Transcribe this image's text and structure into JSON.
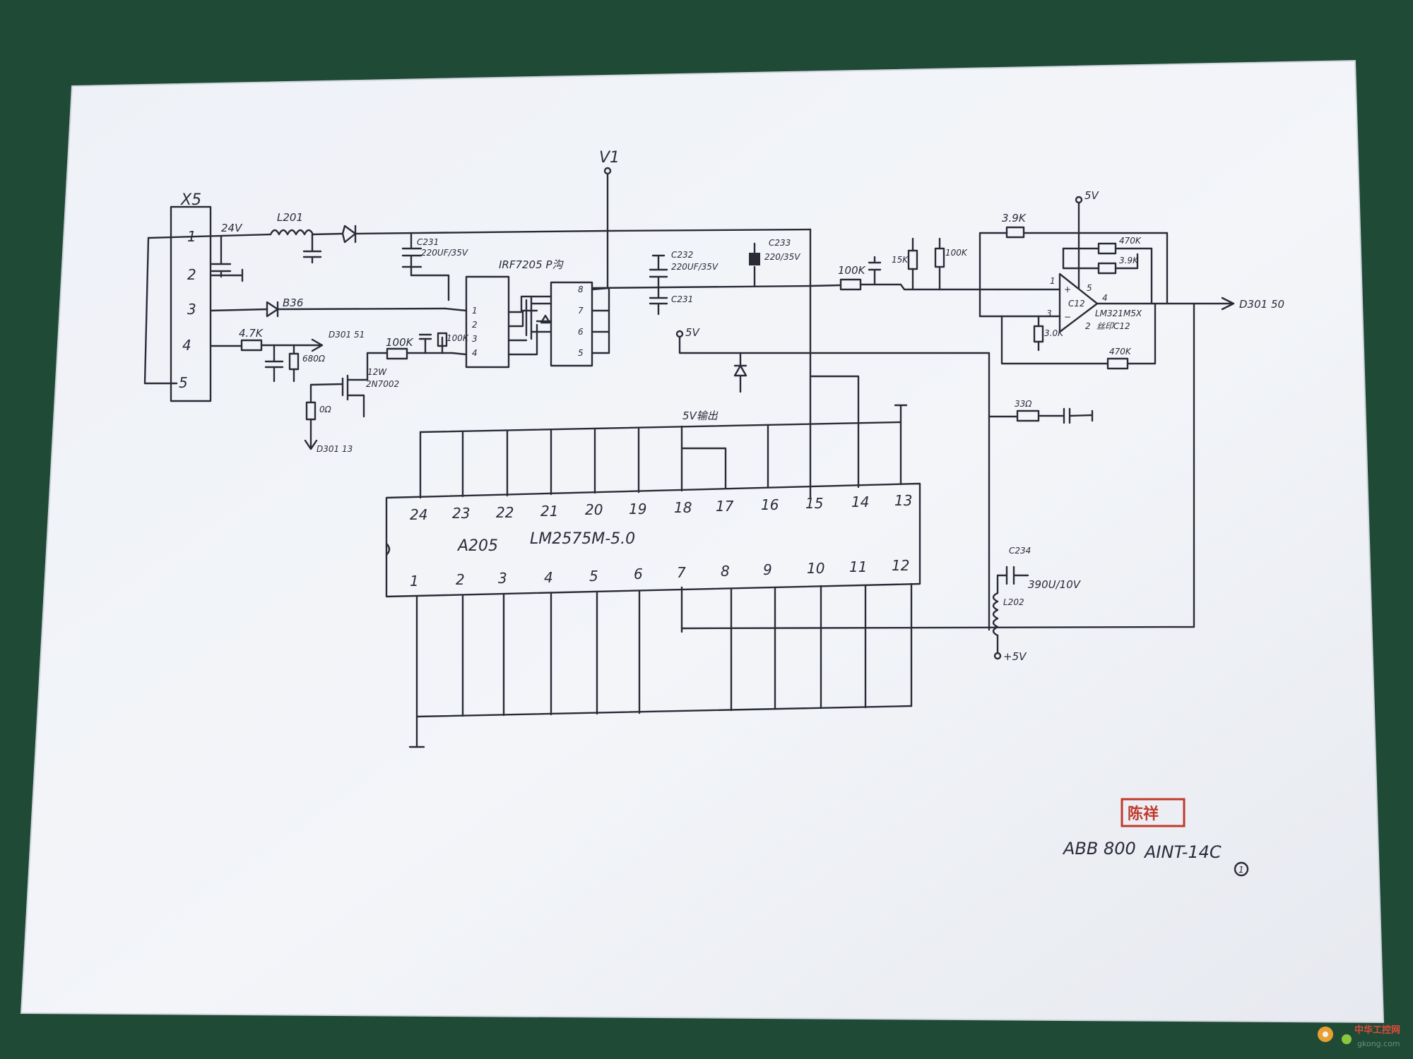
{
  "connector": {
    "name": "X5",
    "pins": [
      "1",
      "2",
      "3",
      "4",
      "5"
    ]
  },
  "supply": {
    "label_24v": "24V",
    "v1": "V1",
    "v5_top": "5V",
    "v5_mid": "5V",
    "v5_out": "+5V",
    "v5_output_note": "5V输出"
  },
  "components": {
    "l201": "L201",
    "c231_top": "C231",
    "c231_top_val": "220UF/35V",
    "irf": "IRF7205 P沟",
    "c232": "C232",
    "c232_val": "220UF/35V",
    "c231_bottom": "C231",
    "c233": "C233",
    "c233_val": "220/35V",
    "r_100k_a": "100K",
    "r_15k": "15K",
    "r_100k_b": "100K",
    "r_3_9k_a": "3.9K",
    "r_470k_a": "470K",
    "r_3_9k_b": "3.9K",
    "r_3_0k": "3.0K",
    "r_470k_b": "470K",
    "opamp": "C12",
    "opamp_part": "LM321M5X",
    "opamp_mark": "丝印C12",
    "b36": "B36",
    "r_4_7k": "4.7K",
    "r_680": "680Ω",
    "r_100k_c": "100K",
    "r_100k_d": "100K",
    "mosfet_mark": "12W",
    "mosfet_part": "2N7002",
    "r_0": "0Ω",
    "r_33": "33Ω",
    "c234": "C234",
    "c234_val": "390U/10V",
    "l202": "L202"
  },
  "opamp_pins": [
    "1",
    "5",
    "4",
    "3",
    "2"
  ],
  "mosfet_pins_left": [
    "1",
    "2",
    "3",
    "4"
  ],
  "mosfet_pins_right": [
    "8",
    "7",
    "6",
    "5"
  ],
  "nets": {
    "d301_51": "D301 51",
    "d301_13": "D301 13",
    "d301_50": "D301 50"
  },
  "ic": {
    "ref": "A205",
    "part": "LM2575M-5.0",
    "top_pins": [
      "24",
      "23",
      "22",
      "21",
      "20",
      "19",
      "18",
      "17",
      "16",
      "15",
      "14",
      "13"
    ],
    "bottom_pins": [
      "1",
      "2",
      "3",
      "4",
      "5",
      "6",
      "7",
      "8",
      "9",
      "10",
      "11",
      "12"
    ]
  },
  "footer": {
    "model": "ABB 800",
    "board": "AINT-14C",
    "sheet": "1"
  },
  "seal": {
    "text": "陈祥"
  },
  "watermark": {
    "brand": "中华工控网",
    "url": "gkong.com"
  },
  "colors": {
    "background": "#1f4a36",
    "paper": "#f1f3f8",
    "ink": "#2b2b38",
    "seal": "#c0392b"
  }
}
